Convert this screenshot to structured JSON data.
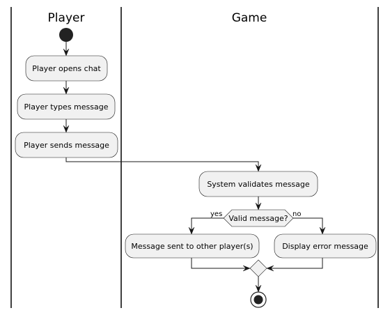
{
  "lanes": {
    "player": "Player",
    "game": "Game"
  },
  "nodes": {
    "player_opens_chat": "Player opens chat",
    "player_types_message": "Player types message",
    "player_sends_message": "Player sends message",
    "system_validates": "System validates message",
    "valid_decision": "Valid message?",
    "message_sent": "Message sent to other player(s)",
    "display_error": "Display error message"
  },
  "guards": {
    "yes": "yes",
    "no": "no"
  },
  "colors": {
    "node_fill": "#f1f1f1",
    "line": "#181818"
  }
}
